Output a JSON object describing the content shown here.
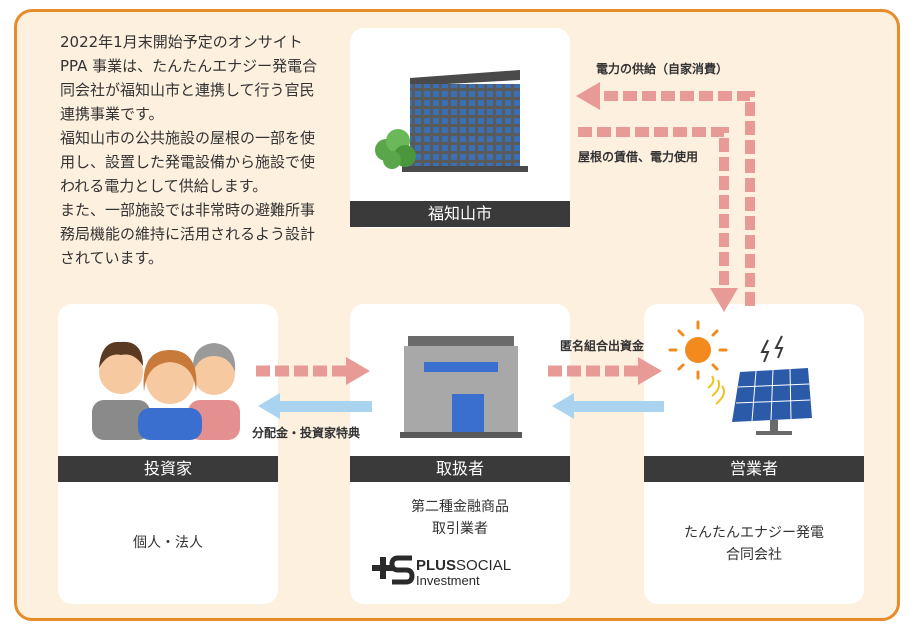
{
  "description": [
    "2022年1月末開始予定のオンサイト\nPPA 事業は、たんたんエナジー発電合\n同会社が福知山市と連携して行う官民\n連携事業です。",
    "福知山市の公共施設の屋根の一部を使\n用し、設置した発電設備から施設で使\nわれる電力として供給します。",
    "また、一部施設では非常時の避難所事\n務局機能の維持に活用されるよう設計\nされています。"
  ],
  "entities": {
    "city": {
      "label": "福知山市"
    },
    "investor": {
      "label": "投資家",
      "detail": "個人・法人"
    },
    "handler": {
      "label": "取扱者",
      "detail": "第二種金融商品\n取引業者"
    },
    "operator": {
      "label": "営業者",
      "detail": "たんたんエナジー発電\n合同会社"
    }
  },
  "flows": {
    "power_supply": "電力の供給（自家消費）",
    "roof_lease": "屋根の賃借、電力使用",
    "investment": "匿名組合出資金",
    "dividend": "分配金・投資家特典"
  },
  "logo": {
    "mark": "+S",
    "name_bold": "PLUS",
    "name_rest": "SOCIAL",
    "sub": "Investment"
  },
  "colors": {
    "frame": "#e88b2a",
    "background": "#fdf0df",
    "arrow_pink": "#e89a96",
    "arrow_blue": "#a9d3ef",
    "label_bar": "#3a3a3a"
  }
}
